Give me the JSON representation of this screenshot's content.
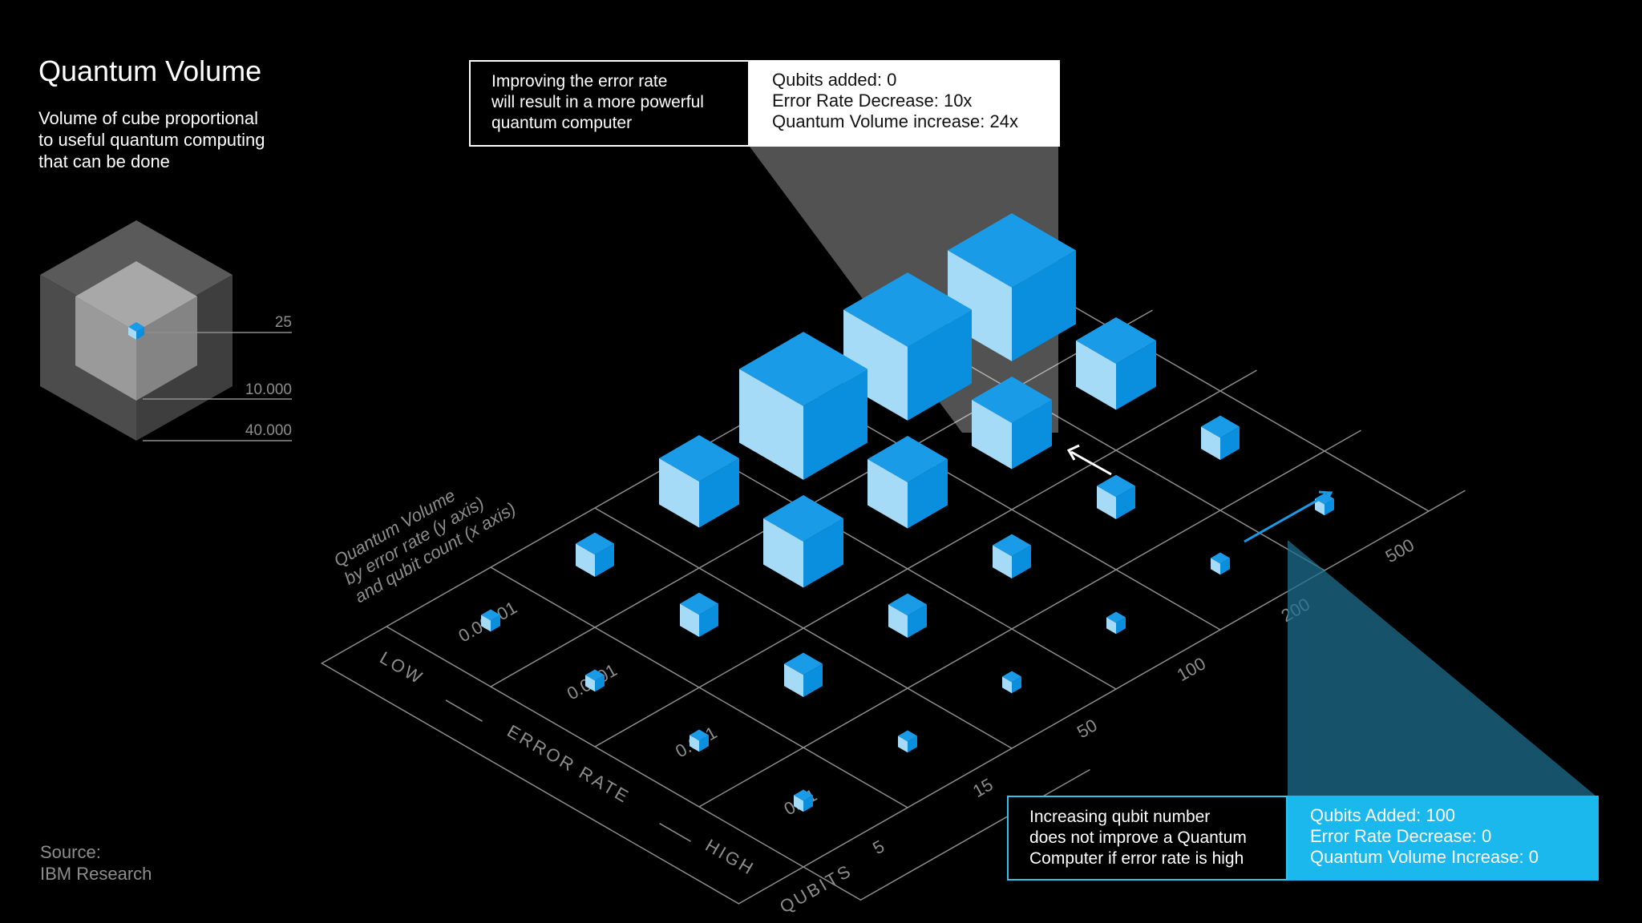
{
  "title": "Quantum Volume",
  "subtitle": [
    "Volume of cube proportional",
    "to useful quantum computing",
    "that can be done"
  ],
  "legend_values": [
    "25",
    "10.000",
    "40.000"
  ],
  "axis_caption": [
    "Quantum Volume",
    "by error rate (y axis)",
    "and qubit count (x axis)"
  ],
  "error_axis": {
    "low": "LOW",
    "label": "ERROR RATE",
    "high": "HIGH",
    "ticks": [
      "0.00001",
      "0.0001",
      "0.001",
      "0.01"
    ]
  },
  "qubit_axis": {
    "label": "QUBITS",
    "ticks": [
      "5",
      "15",
      "50",
      "100",
      "200",
      "500"
    ]
  },
  "callout_top": {
    "left_lines": [
      "Improving the error rate",
      "will result in a more powerful",
      "quantum computer"
    ],
    "right_lines": [
      "Qubits added: 0",
      "Error Rate Decrease: 10x",
      "Quantum Volume increase: 24x"
    ]
  },
  "callout_bottom": {
    "left_lines": [
      "Increasing qubit number",
      "does not improve a Quantum",
      "Computer if error rate is high"
    ],
    "right_lines": [
      "Qubits Added: 100",
      "Error Rate Decrease: 0",
      "Quantum Volume Increase: 0"
    ]
  },
  "source": [
    "Source:",
    "IBM Research"
  ],
  "colors": {
    "background": "#000000",
    "cube_top": "#1a9be8",
    "cube_left": "#a6dbf7",
    "cube_right": "#0a8fde",
    "grid": "#8d8d8d",
    "callout_accent": "#1ab8ec"
  },
  "chart_data": {
    "type": "heatmap",
    "x_label": "QUBITS",
    "x_categories": [
      "5",
      "15",
      "50",
      "100",
      "200",
      "500"
    ],
    "y_label": "ERROR RATE",
    "y_categories": [
      "0.00001",
      "0.0001",
      "0.001",
      "0.01"
    ],
    "cells": [
      {
        "error": "0.01",
        "qubits": "5",
        "cube": "small"
      },
      {
        "error": "0.01",
        "qubits": "15",
        "cube": "small"
      },
      {
        "error": "0.01",
        "qubits": "50",
        "cube": "small"
      },
      {
        "error": "0.01",
        "qubits": "100",
        "cube": "small"
      },
      {
        "error": "0.01",
        "qubits": "200",
        "cube": "small"
      },
      {
        "error": "0.01",
        "qubits": "500",
        "cube": "small"
      },
      {
        "error": "0.001",
        "qubits": "5",
        "cube": "small"
      },
      {
        "error": "0.001",
        "qubits": "15",
        "cube": "medium"
      },
      {
        "error": "0.001",
        "qubits": "50",
        "cube": "medium"
      },
      {
        "error": "0.001",
        "qubits": "100",
        "cube": "medium"
      },
      {
        "error": "0.001",
        "qubits": "200",
        "cube": "medium"
      },
      {
        "error": "0.001",
        "qubits": "500",
        "cube": "medium"
      },
      {
        "error": "0.0001",
        "qubits": "5",
        "cube": "small"
      },
      {
        "error": "0.0001",
        "qubits": "15",
        "cube": "medium"
      },
      {
        "error": "0.0001",
        "qubits": "50",
        "cube": "large"
      },
      {
        "error": "0.0001",
        "qubits": "100",
        "cube": "large"
      },
      {
        "error": "0.0001",
        "qubits": "200",
        "cube": "large"
      },
      {
        "error": "0.0001",
        "qubits": "500",
        "cube": "large"
      },
      {
        "error": "0.00001",
        "qubits": "5",
        "cube": "small"
      },
      {
        "error": "0.00001",
        "qubits": "15",
        "cube": "medium"
      },
      {
        "error": "0.00001",
        "qubits": "50",
        "cube": "large"
      },
      {
        "error": "0.00001",
        "qubits": "100",
        "cube": "xlarge"
      },
      {
        "error": "0.00001",
        "qubits": "200",
        "cube": "xlarge"
      },
      {
        "error": "0.00001",
        "qubits": "500",
        "cube": "xlarge"
      }
    ]
  }
}
